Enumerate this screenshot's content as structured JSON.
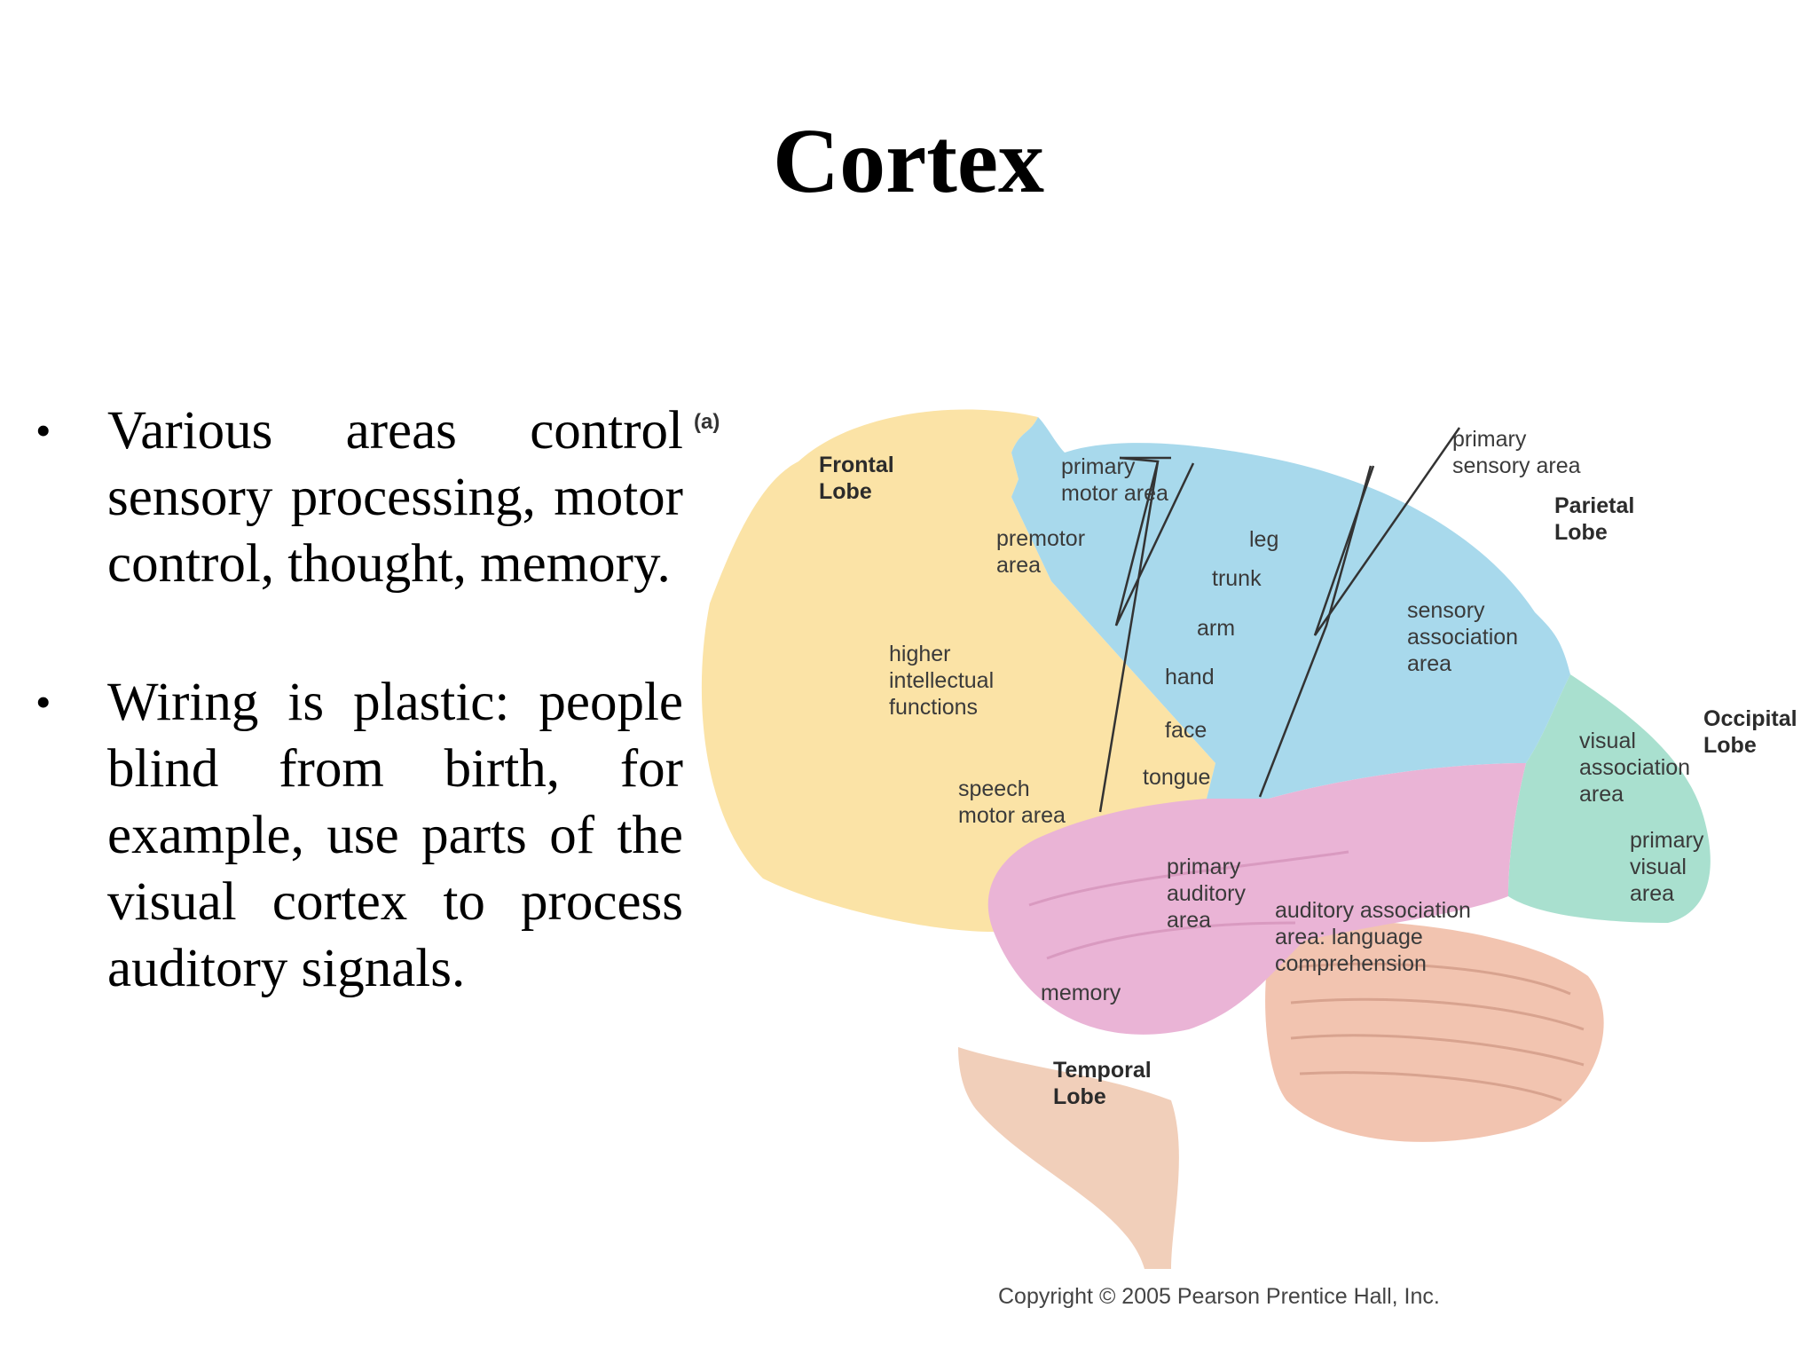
{
  "title": "Cortex",
  "bullets": [
    {
      "text": "Various areas control sensory processing, motor control, thought, memory."
    },
    {
      "text": "Wiring is plastic: people blind from birth, for example, use parts of the visual cortex to process auditory signals."
    }
  ],
  "figure": {
    "panel_letter": "(a)",
    "lobes": {
      "frontal": [
        "Frontal",
        "Lobe"
      ],
      "parietal": [
        "Parietal",
        "Lobe"
      ],
      "occipital": [
        "Occipital",
        "Lobe"
      ],
      "temporal": [
        "Temporal",
        "Lobe"
      ]
    },
    "areas": {
      "primary_motor": [
        "primary",
        "motor area"
      ],
      "primary_sensory": [
        "primary",
        "sensory area"
      ],
      "premotor": [
        "premotor",
        "area"
      ],
      "higher_intellectual": [
        "higher",
        "intellectual",
        "functions"
      ],
      "speech_motor": [
        "speech",
        "motor area"
      ],
      "sensory_association": [
        "sensory",
        "association",
        "area"
      ],
      "visual_association": [
        "visual",
        "association",
        "area"
      ],
      "primary_visual": [
        "primary",
        "visual",
        "area"
      ],
      "primary_auditory": [
        "primary",
        "auditory",
        "area"
      ],
      "auditory_association": [
        "auditory association",
        "area:  language",
        "comprehension"
      ],
      "memory": "memory",
      "leg": "leg",
      "trunk": "trunk",
      "arm": "arm",
      "hand": "hand",
      "face": "face",
      "tongue": "tongue"
    },
    "colors": {
      "frontal": "#fbe3a6",
      "parietal": "#a8d9ec",
      "occipital": "#a9e0cf",
      "temporal": "#eab4d6",
      "cerebellum": "#f2c4b0",
      "brainstem": "#f1cfba"
    },
    "copyright": "Copyright © 2005 Pearson Prentice Hall, Inc."
  }
}
